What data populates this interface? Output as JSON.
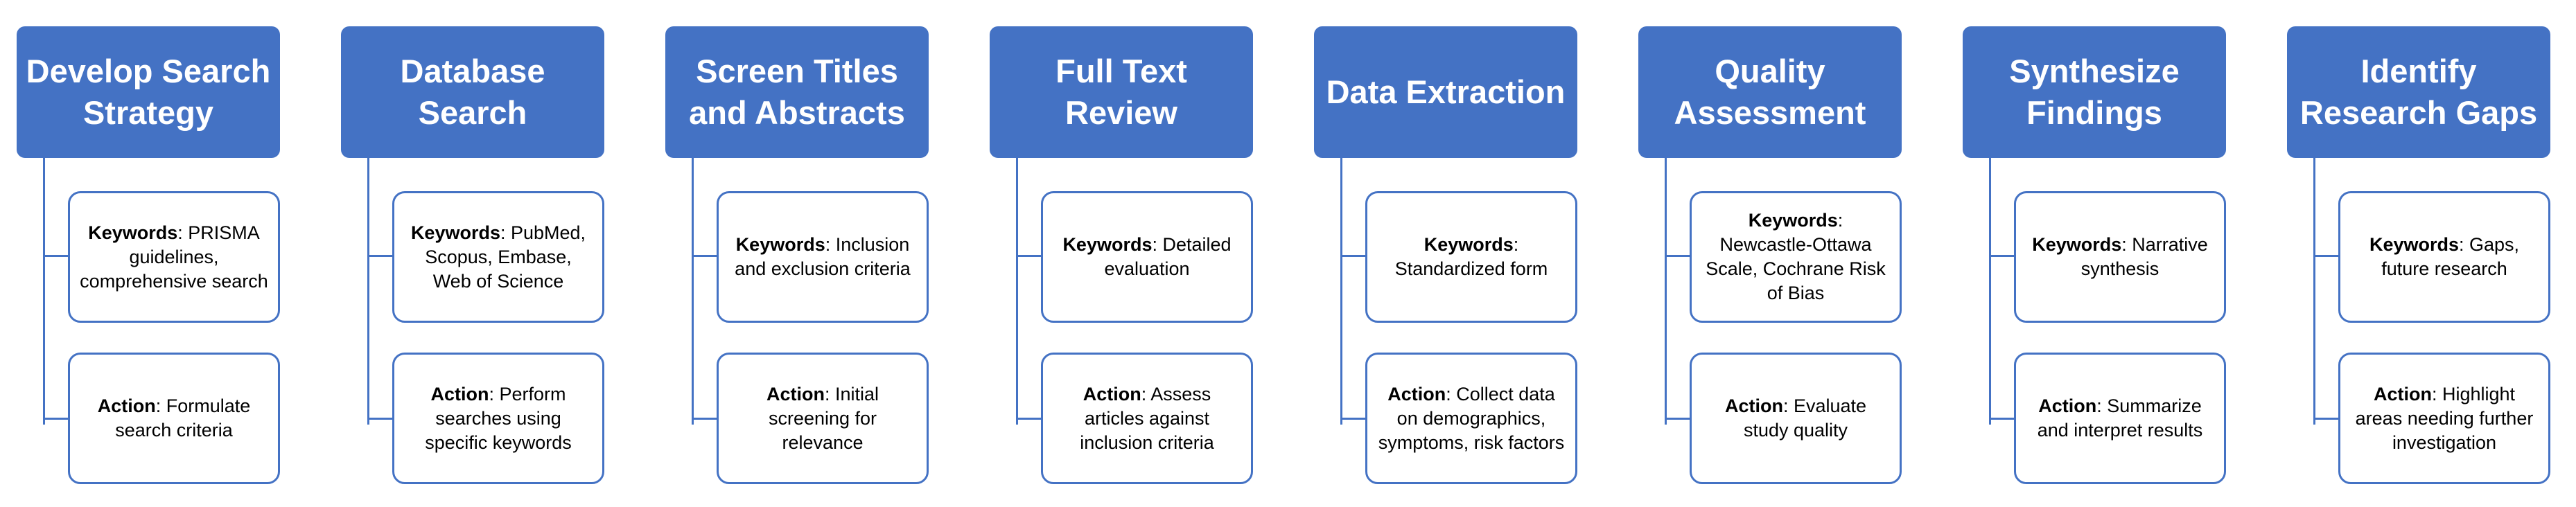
{
  "diagram": {
    "accent_color": "#4472C4",
    "columns": [
      {
        "title": "Develop Search\nStrategy",
        "keywords_label": "Keywords",
        "keywords_text": ": PRISMA guidelines, comprehensive search",
        "action_label": "Action",
        "action_text": ": Formulate search criteria"
      },
      {
        "title": "Database\nSearch",
        "keywords_label": "Keywords",
        "keywords_text": ": PubMed, Scopus, Embase, Web of Science",
        "action_label": "Action",
        "action_text": ": Perform searches using specific keywords"
      },
      {
        "title": "Screen Titles\nand Abstracts",
        "keywords_label": "Keywords",
        "keywords_text": ": Inclusion and exclusion criteria",
        "action_label": "Action",
        "action_text": ": Initial screening for relevance"
      },
      {
        "title": "Full Text\nReview",
        "keywords_label": "Keywords",
        "keywords_text": ": Detailed evaluation",
        "action_label": "Action",
        "action_text": ": Assess articles against inclusion criteria"
      },
      {
        "title": "Data Extraction",
        "keywords_label": "Keywords",
        "keywords_text": ": Standardized form",
        "action_label": "Action",
        "action_text": ": Collect data on demographics, symptoms, risk factors"
      },
      {
        "title": "Quality\nAssessment",
        "keywords_label": "Keywords",
        "keywords_text": ": Newcastle-Ottawa Scale, Cochrane Risk of Bias",
        "action_label": "Action",
        "action_text": ": Evaluate study quality"
      },
      {
        "title": "Synthesize\nFindings",
        "keywords_label": "Keywords",
        "keywords_text": ": Narrative synthesis",
        "action_label": "Action",
        "action_text": ": Summarize and interpret results"
      },
      {
        "title": "Identify\nResearch Gaps",
        "keywords_label": "Keywords",
        "keywords_text": ": Gaps, future research",
        "action_label": "Action",
        "action_text": ": Highlight areas needing further investigation"
      }
    ]
  }
}
